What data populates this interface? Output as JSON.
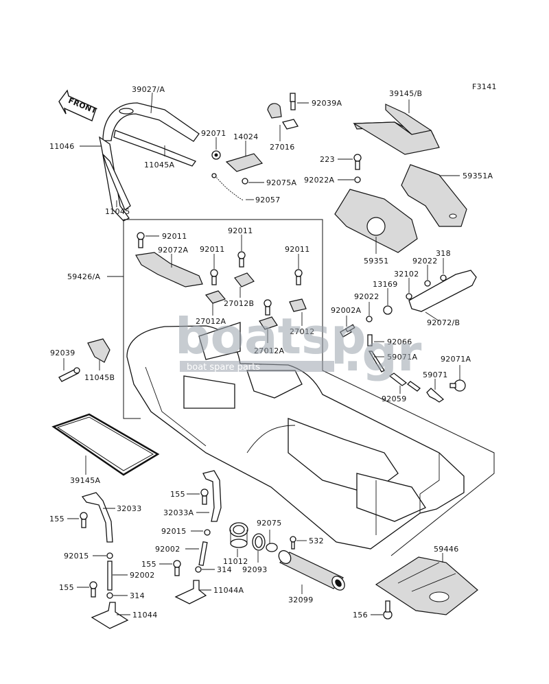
{
  "figure_code": "F3141",
  "front_label": "FRONT",
  "watermark": {
    "brand": "boatsp",
    "domain": ".gr",
    "tagline": "boat spare parts"
  },
  "labels": {
    "p39027A": "39027/A",
    "p11046": "11046",
    "p11045A": "11045A",
    "p11045": "11045",
    "p92071": "92071",
    "p14024": "14024",
    "p92075A": "92075A",
    "p92057": "92057",
    "p27016": "27016",
    "p92039A": "92039A",
    "p39145B": "39145/B",
    "p223": "223",
    "p92022A": "92022A",
    "p59351A": "59351A",
    "p59351": "59351",
    "p92011a": "92011",
    "p92072A": "92072A",
    "p92011b": "92011",
    "p92011c": "92011",
    "p92011d": "92011",
    "p59426A": "59426/A",
    "p27012B": "27012B",
    "p27012Aa": "27012A",
    "p27012": "27012",
    "p27012Ab": "27012A",
    "p318": "318",
    "p92022b": "92022",
    "p32102": "32102",
    "p13169": "13169",
    "p92022c": "92022",
    "p92002A": "92002A",
    "p92072B": "92072/B",
    "p92066": "92066",
    "p59071A": "59071A",
    "p92071A": "92071A",
    "p92039": "92039",
    "p11045B": "11045B",
    "p59071": "59071",
    "p92059": "92059",
    "p39145A": "39145A",
    "p155a": "155",
    "p32033": "32033",
    "p155b": "155",
    "p32033A": "32033A",
    "p92015a": "92015",
    "p92075": "92075",
    "p532": "532",
    "p92002a": "92002",
    "p92015b": "92015",
    "p155c": "155",
    "p314a": "314",
    "p11012": "11012",
    "p92093": "92093",
    "p59446": "59446",
    "p92002b": "92002",
    "p155d": "155",
    "p11044A": "11044A",
    "p314b": "314",
    "p32099": "32099",
    "p156": "156",
    "p11044": "11044"
  }
}
